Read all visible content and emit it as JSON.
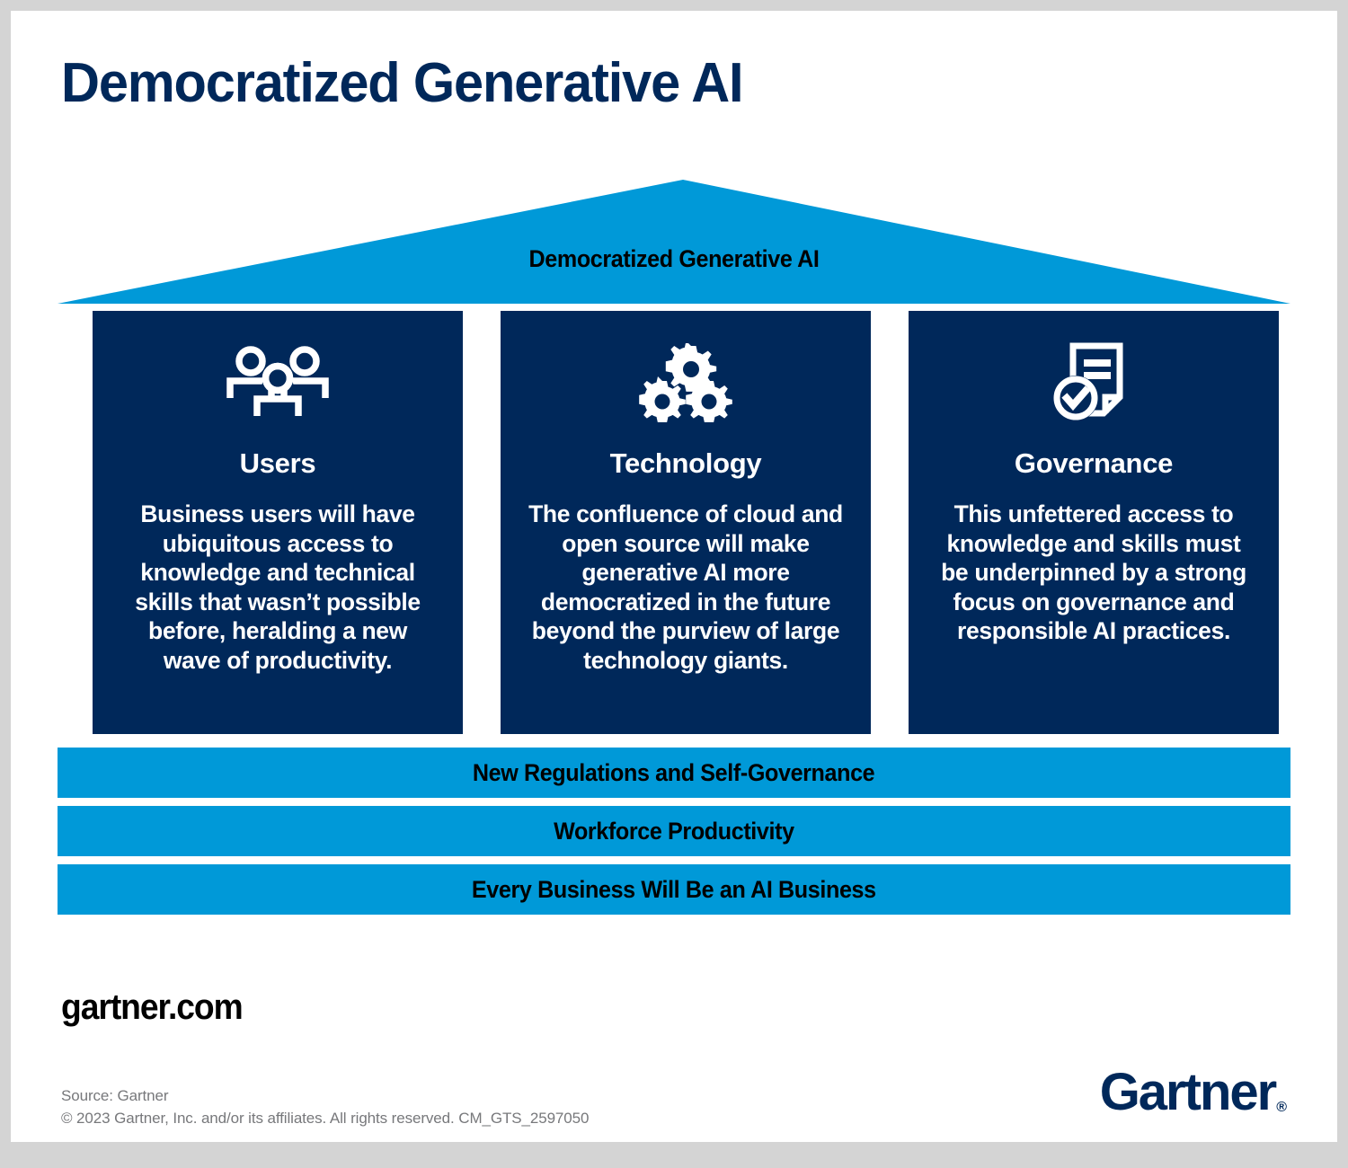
{
  "colors": {
    "navy": "#00285A",
    "blue": "#0099D8",
    "black": "#000000",
    "white": "#FFFFFF",
    "gray_border": "#D4D4D4",
    "footnote_gray": "#77787B"
  },
  "header": {
    "title": "Democratized Generative AI"
  },
  "roof": {
    "label": "Democratized Generative AI"
  },
  "pillars": [
    {
      "icon": "three-users-icon",
      "title": "Users",
      "body": "Business users will have ubiquitous access to knowledge and technical skills that wasn’t possible before, heralding a new wave of productivity."
    },
    {
      "icon": "three-gears-icon",
      "title": "Technology",
      "body": "The confluence of cloud and open source will make generative AI more democratized in the future beyond the purview of large technology giants."
    },
    {
      "icon": "document-check-icon",
      "title": "Governance",
      "body": "This unfettered access to knowledge and skills must be underpinned by a strong focus on governance and responsible AI practices."
    }
  ],
  "foundation_bars": [
    {
      "label": "New Regulations and Self-Governance"
    },
    {
      "label": "Workforce Productivity"
    },
    {
      "label": "Every Business Will Be an AI Business"
    }
  ],
  "footer": {
    "site_url": "gartner.com",
    "source": "Source: Gartner",
    "copyright": "© 2023 Gartner, Inc. and/or its affiliates. All rights reserved. CM_GTS_2597050",
    "logo_word": "Gartner",
    "logo_registered": "®"
  }
}
